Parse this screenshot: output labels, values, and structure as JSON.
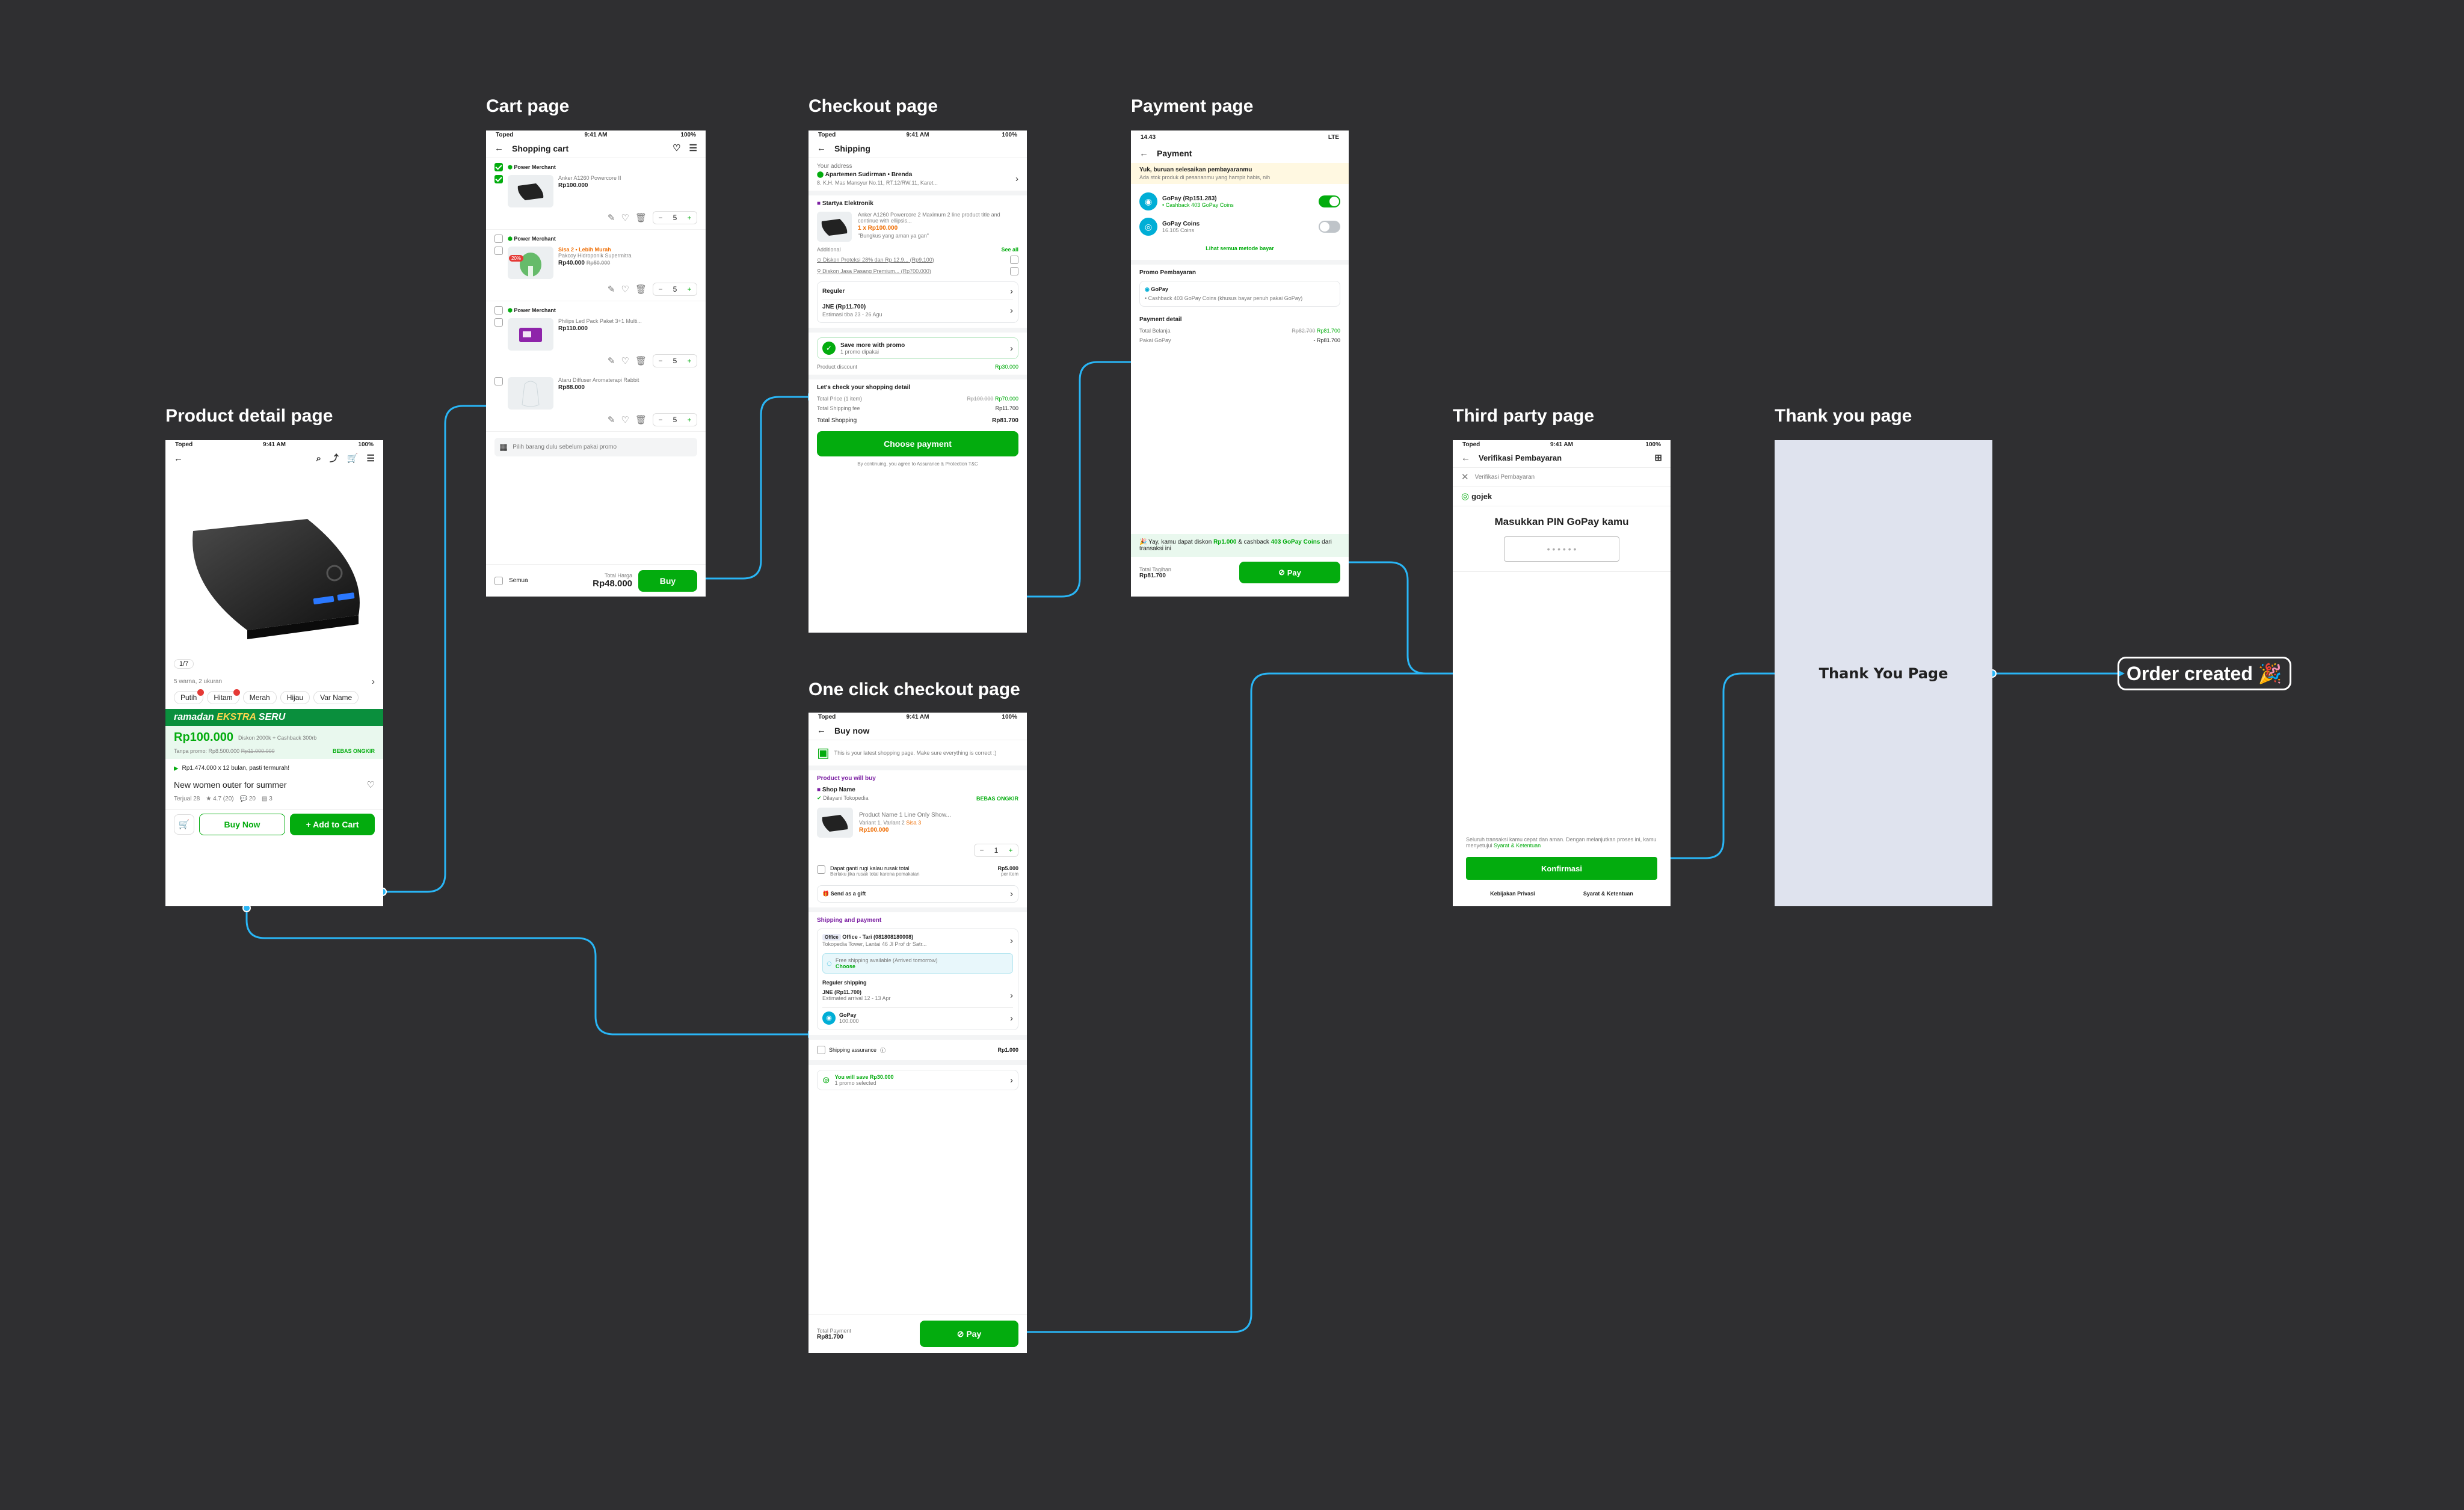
{
  "frames": {
    "product": "Product detail page",
    "cart": "Cart page",
    "checkout": "Checkout page",
    "payment": "Payment page",
    "oneclick": "One click checkout page",
    "thirdparty": "Third party page",
    "thankyou": "Thank you page"
  },
  "status": {
    "carrier": "Toped",
    "time": "9:41 AM",
    "battery": "100%"
  },
  "product": {
    "counter": "1/7",
    "variant_info": "5 warna, 2 ukuran",
    "colors": [
      "Putih",
      "Hitam",
      "Merah",
      "Hijau",
      "Var Name"
    ],
    "banner_prefix": "ramadan",
    "banner_main": "EKSTRA",
    "banner_tail": "SERU",
    "price": "Rp100.000",
    "price_note": "Diskon 2000k + Cashback 300rb",
    "no_promo": "Tanpa promo: Rp8.500.000",
    "no_promo_strike": "Rp11.000.000",
    "free_shipping": "BEBAS ONGKIR",
    "installment": "Rp1.474.000 x 12 bulan, pasti termurah!",
    "name": "New women outer for summer",
    "sold": "Terjual 28",
    "rating": "4.7",
    "rating_count": "(20)",
    "discussion": "20",
    "stock": "3",
    "buy_now": "Buy Now",
    "add_to_cart": "+ Add to Cart"
  },
  "cart": {
    "title": "Shopping cart",
    "groups": [
      {
        "merchant": "Power Merchant",
        "name": "Anker A1260 Powercore II",
        "promo": "",
        "price": "Rp100.000",
        "strike": "",
        "qty": "5",
        "checked": true,
        "badge": ""
      },
      {
        "merchant": "Power Merchant",
        "name": "Pakcoy Hidroponik Supermitra",
        "promo": "Sisa 2 • Lebih Murah",
        "price": "Rp40.000",
        "strike": "Rp50.000",
        "qty": "5",
        "checked": false,
        "badge": "20%"
      },
      {
        "merchant": "Power Merchant",
        "name": "Philips Led Pack Paket 3+1 Multi...",
        "promo": "",
        "price": "Rp110.000",
        "strike": "",
        "qty": "5",
        "checked": false,
        "badge": ""
      },
      {
        "merchant": "",
        "name": "Ataru Diffuser Aromaterapi Rabbit",
        "promo": "",
        "price": "Rp88.000",
        "strike": "",
        "qty": "5",
        "checked": false,
        "badge": ""
      }
    ],
    "promo_hint": "Pilih barang dulu sebelum pakai promo",
    "select_all": "Semua",
    "total_label": "Total Harga",
    "total": "Rp48.000",
    "buy": "Buy"
  },
  "checkout": {
    "title": "Shipping",
    "address_label": "Your address",
    "address_name": "Apartemen Sudirman • Brenda",
    "address_detail": "8. K.H. Mas Mansyur No.11, RT.12/RW.11, Karet...",
    "shop": "Startya Elektronik",
    "product": "Anker A1260 Powercore 2 Maximum 2 line product title and continue with ellipsis...",
    "qty_price": "1 x Rp100.000",
    "note": "\"Bungkus yang aman ya gan\"",
    "additional": "Additional",
    "see_all": "See all",
    "protect1": "Diskon Proteksi 28% dan Rp 12.9...",
    "protect1_price": "(Rp9.100)",
    "protect2": "Diskon Jasa Pasang Premium...",
    "protect2_price": "(Rp700.000)",
    "regular": "Reguler",
    "courier": "JNE (Rp11.700)",
    "eta": "Estimasi tiba 23 - 26 Agu",
    "save_title": "Save more with promo",
    "save_sub": "1 promo dipakai",
    "product_discount": "Product discount",
    "product_discount_val": "Rp30.000",
    "check_title": "Let's check your shopping detail",
    "total_price_label": "Total Price (1 item)",
    "total_price_strike": "Rp100.000",
    "total_price": "Rp70.000",
    "ship_fee_label": "Total Shipping fee",
    "ship_fee": "Rp11.700",
    "total_shopping_label": "Total Shopping",
    "total_shopping": "Rp81.700",
    "cta": "Choose payment",
    "terms": "By continuing, you agree to Assurance & Protection T&C"
  },
  "payment": {
    "time": "14.43",
    "net": "LTE",
    "title": "Payment",
    "alert_title": "Yuk, buruan selesaikan pembayaranmu",
    "alert_sub": "Ada stok produk di pesananmu yang hampir habis, nih",
    "gopay": "GoPay (Rp151.283)",
    "gopay_cb": "• Cashback 403 GoPay Coins",
    "coins": "GoPay Coins",
    "coins_sub": "16.105 Coins",
    "more": "Lihat semua metode bayar",
    "promo_title": "Promo Pembayaran",
    "promo_gopay": "GoPay",
    "promo_desc": "• Cashback 403 GoPay Coins (khusus bayar penuh pakai GoPay)",
    "detail_title": "Payment detail",
    "total_belanja": "Total Belanja",
    "total_belanja_strike": "Rp82.700",
    "total_belanja_val": "Rp81.700",
    "pakai_gopay": "Pakai GoPay",
    "pakai_gopay_val": "- Rp81.700",
    "yay_a": "🎉 Yay, kamu dapat diskon ",
    "yay_b": "Rp1.000",
    "yay_c": " & cashback ",
    "yay_d": "403 GoPay Coins",
    "yay_e": " dari transaksi ini",
    "tagihan": "Total Tagihan",
    "tagihan_val": "Rp81.700",
    "pay": "Pay"
  },
  "oneclick": {
    "title": "Buy now",
    "latest": "This is your latest shopping page. Make sure everything is correct :)",
    "will_buy": "Product you will buy",
    "shop": "Shop Name",
    "served": "Dilayani Tokopedia",
    "free_shipping": "BEBAS ONGKIR",
    "product": "Product Name 1 Line Only Show...",
    "variant": "Variant 1, Variant 2",
    "stock": "Sisa 3",
    "price": "Rp100.000",
    "qty": "1",
    "insurance": "Dapat ganti rugi kalau rusak total",
    "insurance_sub": "Berlaku jika rusak total karena pemakaian",
    "insurance_price": "Rp5.000",
    "insurance_per": "per item",
    "gift": "Send as a gift",
    "shipping_title": "Shipping and payment",
    "office_tag": "Office",
    "office": "Office - Tari (081808180008)",
    "office_addr": "Tokopedia Tower, Lantai 46 Jl Prof dr Satr...",
    "free_avail": "Free shipping available (Arrived tomorrow)",
    "choose": "Choose",
    "reg_shipping": "Reguler shipping",
    "courier": "JNE (Rp11.700)",
    "eta": "Estimated arrival 12 - 13 Apr",
    "gopay": "GoPay",
    "gopay_val": "100.000",
    "assurance": "Shipping assurance",
    "assurance_val": "Rp1.000",
    "save": "You will save Rp30.000",
    "save_sub": "1 promo selected",
    "total_label": "Total Payment",
    "total": "Rp81.700",
    "pay": "Pay"
  },
  "thirdparty": {
    "title": "Verifikasi Pembayaran",
    "sub": "Verifikasi Pembayaran",
    "brand": "gojek",
    "pin_title": "Masukkan PIN GoPay kamu",
    "pin_mask": "• • • • • •",
    "fine": "Seluruh transaksi kamu cepat dan aman. Dengan melanjutkan proses ini, kamu menyetujui",
    "fine_link": "Syarat & Ketentuan",
    "confirm": "Konfirmasi",
    "privacy": "Kebijakan Privasi",
    "terms": "Syarat & Ketentuan"
  },
  "thankyou": {
    "title": "Thank You Page"
  },
  "order_created": "Order created 🎉",
  "colors": {
    "bg": "#2f2f31",
    "green": "#03ac0e",
    "connector": "#29b6f6",
    "thankyou_bg": "#dfe3ee"
  }
}
